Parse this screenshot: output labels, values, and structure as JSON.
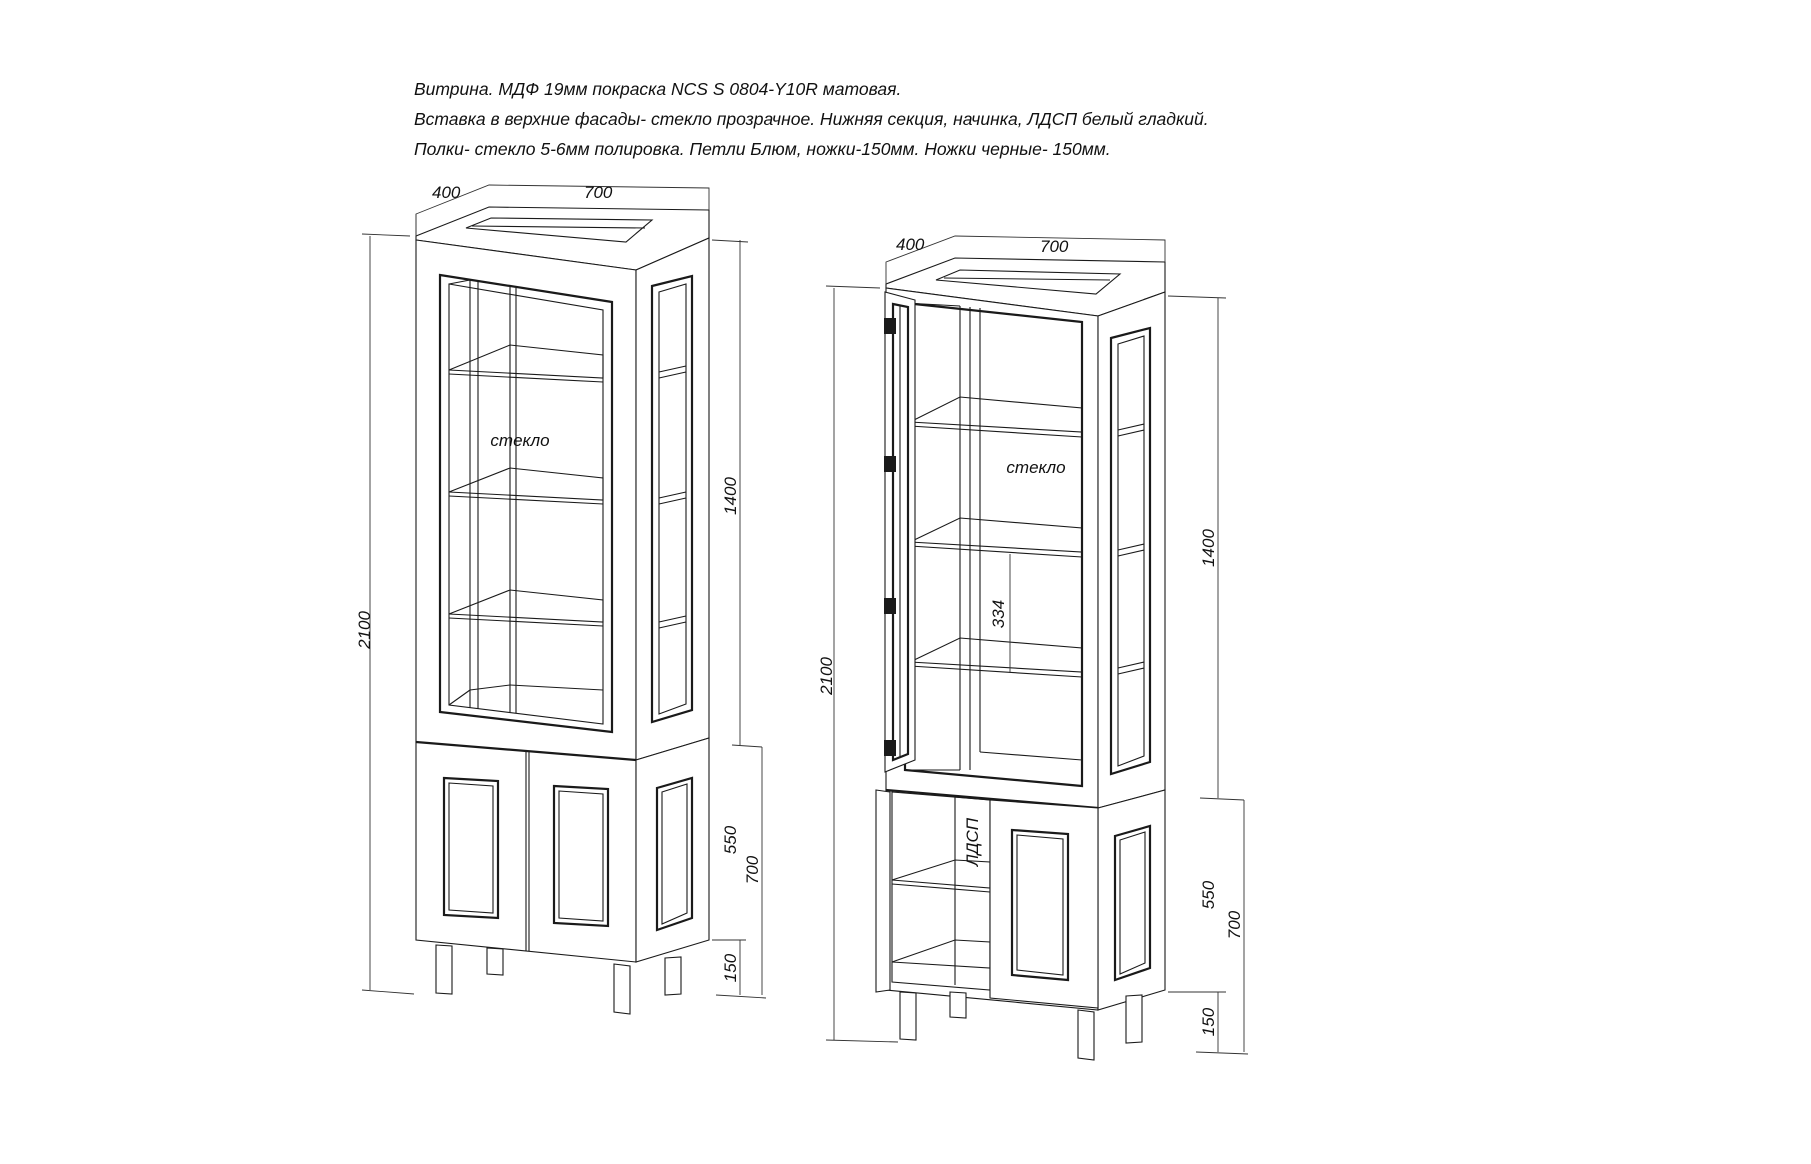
{
  "description": {
    "lines": [
      "Витрина. МДФ 19мм покраска NCS S 0804-Y10R матовая.",
      "Вставка в верхние фасады- стекло прозрачное. Нижняя секция, начинка, ЛДСП белый гладкий.",
      "Полки- стекло 5-6мм полировка. Петли Блюм, ножки-150мм. Ножки черные- 150мм."
    ]
  },
  "closed_view": {
    "depth": "400",
    "width": "700",
    "total_height": "2100",
    "upper_height": "1400",
    "lower_body_height": "550",
    "lower_total_height": "700",
    "legs_height": "150",
    "glass_label": "стекло"
  },
  "open_view": {
    "depth": "400",
    "width": "700",
    "total_height": "2100",
    "upper_height": "1400",
    "shelf_gap": "334",
    "lower_body_height": "550",
    "lower_total_height": "700",
    "legs_height": "150",
    "glass_label": "стекло",
    "chipboard_label": "ЛДСП"
  }
}
